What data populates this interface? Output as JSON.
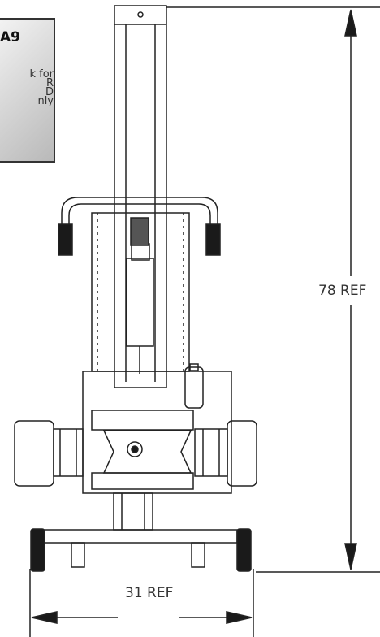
{
  "callout": {
    "title": "A9",
    "lines": "k for\nR\nD\nnly"
  },
  "dimensions": {
    "height_label": "78 REF",
    "width_label": "31 REF"
  },
  "colors": {
    "line": "#222222",
    "dark_fill": "#1a1a1a",
    "callout_border": "#333333"
  }
}
